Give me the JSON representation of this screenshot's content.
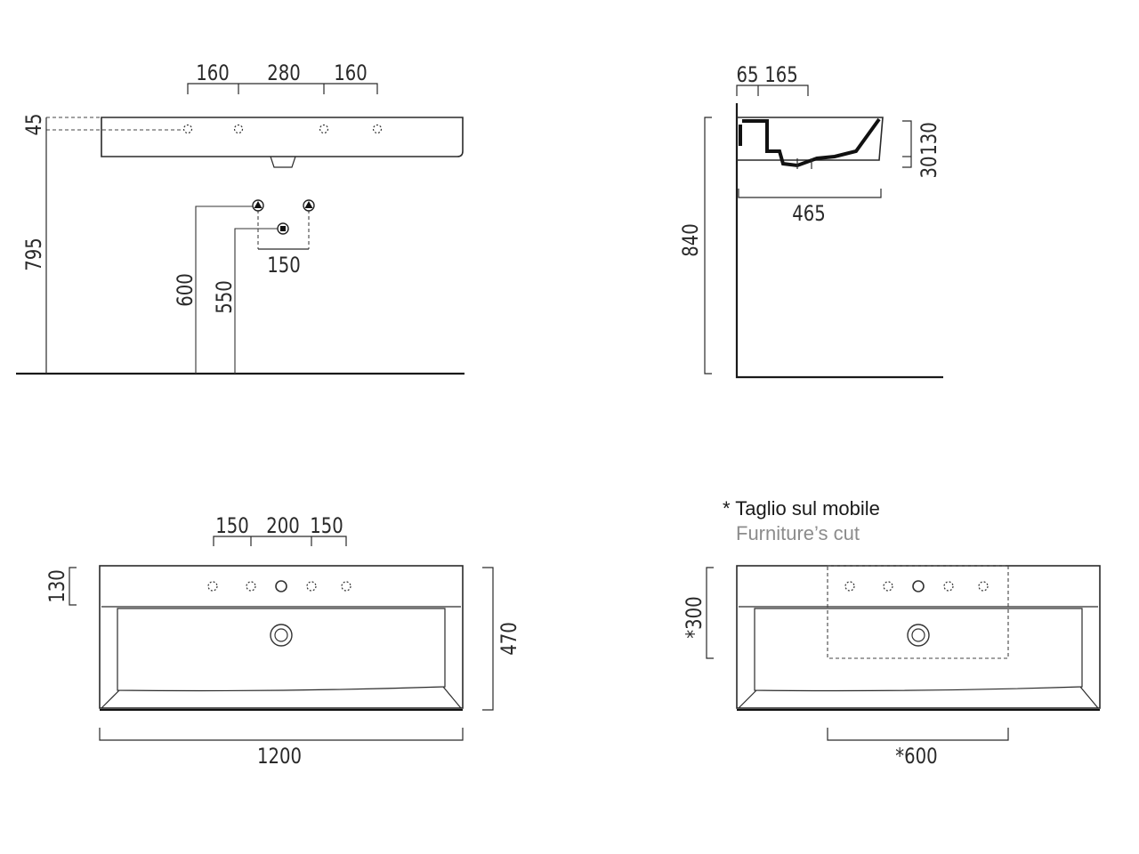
{
  "front_view": {
    "dims_top": [
      "160",
      "280",
      "160"
    ],
    "dim_45": "45",
    "dim_795": "795",
    "dim_600": "600",
    "dim_550": "550",
    "dim_150": "150"
  },
  "side_view": {
    "dims_top": [
      "65",
      "165"
    ],
    "dim_840": "840",
    "dim_465": "465",
    "dim_30": "30",
    "dim_130": "130"
  },
  "top_view": {
    "dims_top": [
      "150",
      "200",
      "150"
    ],
    "dim_130": "130",
    "dim_470": "470",
    "dim_1200": "1200"
  },
  "cut_view": {
    "note_it": "* Taglio sul mobile",
    "note_en": "Furniture’s cut",
    "dim_300": "*300",
    "dim_600": "*600"
  },
  "colors": {
    "ink": "#2a2a2a",
    "note_en": "#8c8c8c"
  }
}
